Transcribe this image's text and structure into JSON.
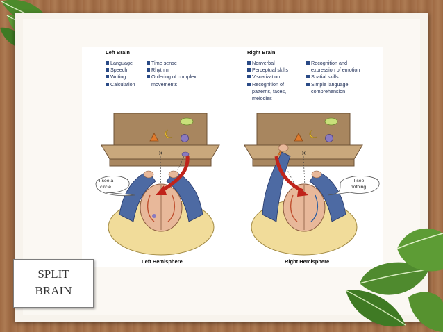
{
  "left": {
    "title": "Left Brain",
    "col1": [
      "Language",
      "Speech",
      "Writing",
      "Calculation"
    ],
    "col2_items": [
      {
        "text": "Time sense",
        "cont": ""
      },
      {
        "text": "Rhythm",
        "cont": ""
      },
      {
        "text": "Ordering of complex",
        "cont": "movements"
      }
    ],
    "speech_bubble": [
      "I see a",
      "circle."
    ],
    "hemisphere_label": "Left Hemisphere"
  },
  "right": {
    "title": "Right Brain",
    "col1_items": [
      {
        "text": "Nonverbal",
        "cont": []
      },
      {
        "text": "Perceptual skills",
        "cont": []
      },
      {
        "text": "Visualization",
        "cont": []
      },
      {
        "text": "Recognition of",
        "cont": [
          "patterns, faces,",
          "melodies"
        ]
      }
    ],
    "col2_items": [
      {
        "text": "Recognition and",
        "cont": [
          "expression of emotion"
        ]
      },
      {
        "text": "Spatial skills",
        "cont": []
      },
      {
        "text": "Simple language",
        "cont": [
          "comprehension"
        ]
      }
    ],
    "speech_bubble": [
      "I see",
      "nothing."
    ],
    "hemisphere_label": "Right Hemisphere"
  },
  "slide_label": [
    "SPLIT",
    "BRAIN"
  ],
  "colors": {
    "wood": "#a4714a",
    "card": "#f7f3ec",
    "leaf": "#4f8a2e",
    "table": "#a8865f",
    "table_top": "#c9a87c",
    "shirt": "#f1dc9a",
    "sleeve": "#4d6aa3",
    "skin": "#e8b89a",
    "arrow": "#c0241b",
    "triangle": "#e07a2c",
    "crescent": "#f0c030",
    "oval": "#c9e07a",
    "circle": "#8a7ac0"
  }
}
